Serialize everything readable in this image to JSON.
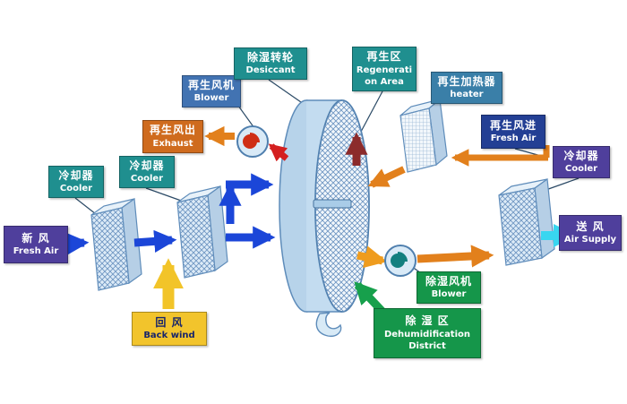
{
  "labels": {
    "fresh_air_in": {
      "zh": "新 风",
      "en": "Fresh Air"
    },
    "cooler_left_1": {
      "zh": "冷却器",
      "en": "Cooler"
    },
    "cooler_left_2": {
      "zh": "冷却器",
      "en": "Cooler"
    },
    "back_wind": {
      "zh": "回 风",
      "en": "Back wind"
    },
    "regen_blower": {
      "zh": "再生风机",
      "en": "Blower"
    },
    "regen_exhaust": {
      "zh": "再生风出",
      "en": "Exhaust"
    },
    "desiccant_wheel": {
      "zh": "除湿转轮",
      "en": "Desiccant"
    },
    "regen_area": {
      "zh": "再生区",
      "en_line1": "Regenerati",
      "en_line2": "on Area"
    },
    "regen_heater": {
      "zh": "再生加热器",
      "en": "heater"
    },
    "regen_fresh_air": {
      "zh": "再生风进",
      "en": "Fresh Air"
    },
    "cooler_right": {
      "zh": "冷却器",
      "en": "Cooler"
    },
    "air_supply": {
      "zh": "送 风",
      "en": "Air Supply"
    },
    "dehum_blower": {
      "zh": "除湿风机",
      "en": "Blower"
    },
    "dehum_district": {
      "zh": "除 湿 区",
      "en_line1": "Dehumidification",
      "en_line2": "District"
    }
  },
  "colors": {
    "purple_label": "#4f3f9c",
    "teal_label": "#1f8f8f",
    "blue_label": "#4273b2",
    "steel_label": "#3a7fa8",
    "orange_label": "#cf6b1e",
    "navy_label": "#233f94",
    "green_label": "#15964a",
    "yellow_label": "#f2c42c",
    "process_air_arrow": "#1b46d8",
    "return_air_arrow": "#f2c429",
    "regen_air_arrow": "#e2801c",
    "hot_air_arrow": "#d42020",
    "regen_up_arrow": "#8c2b2b",
    "supply_air_arrow": "#38d6f0",
    "dehum_zone_arrow": "#17a04c"
  }
}
